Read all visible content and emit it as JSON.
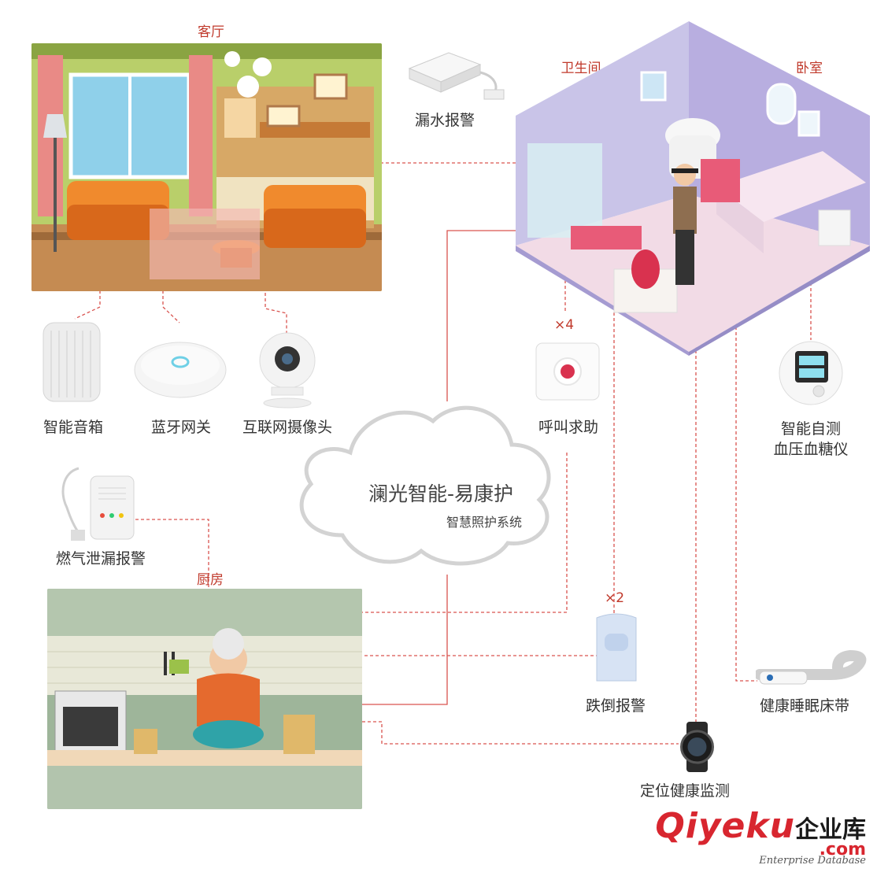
{
  "rooms": {
    "living_room": "客厅",
    "bathroom": "卫生间",
    "bedroom": "卧室",
    "kitchen": "厨房"
  },
  "devices": {
    "water_leak_alarm": "漏水报警",
    "smart_speaker": "智能音箱",
    "bluetooth_gateway": "蓝牙网关",
    "ip_camera": "互联网摄像头",
    "emergency_call": "呼叫求助",
    "bp_glucose_meter_line1": "智能自测",
    "bp_glucose_meter_line2": "血压血糖仪",
    "gas_leak_alarm": "燃气泄漏报警",
    "fall_alarm": "跌倒报警",
    "sleep_belt": "健康睡眠床带",
    "location_watch": "定位健康监测"
  },
  "counts": {
    "emergency_call": "×4",
    "fall_alarm": "×2"
  },
  "cloud": {
    "title": "澜光智能-易康护",
    "subtitle": "智慧照护系统"
  },
  "watermark": {
    "brand": "Qiyeku",
    "cn": "企业库",
    "domain_suffix": ".com",
    "tagline": "Enterprise Database"
  },
  "colors": {
    "connector_red": "#d9534f",
    "room_label_red": "#c0392b",
    "brand_red": "#d8262f"
  }
}
